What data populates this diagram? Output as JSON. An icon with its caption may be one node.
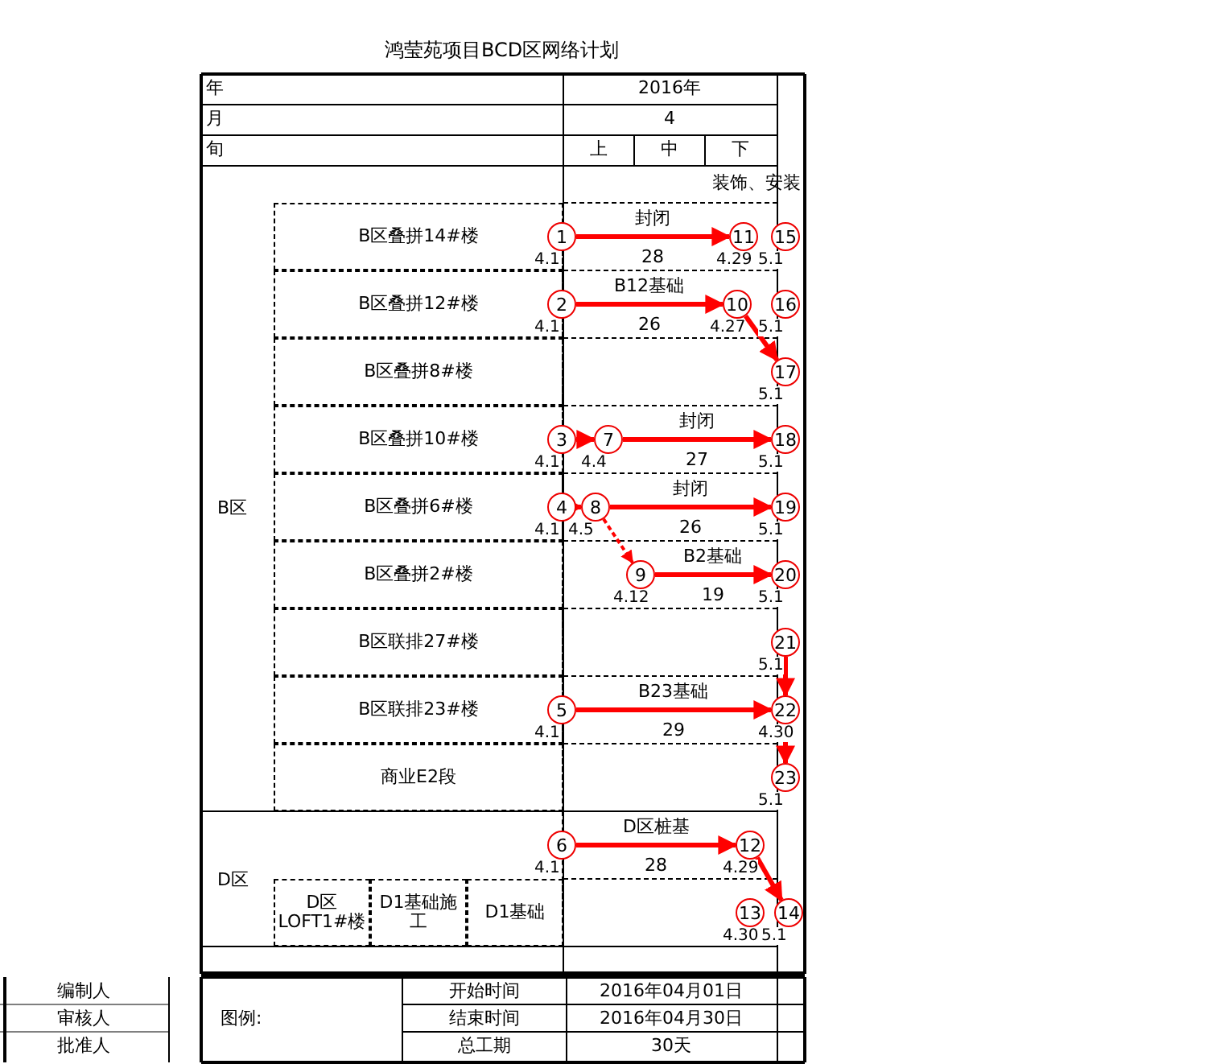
{
  "diagram": {
    "title": "鸿莹苑项目BCD区网络计划",
    "nodes": [
      {
        "text": [
          "B区"
        ]
      },
      {
        "text": [
          "B区叠拼14#楼"
        ],
        "in": 0
      },
      {
        "text": [
          "B区叠拼12#楼"
        ],
        "in": 0
      },
      {
        "text": [
          "B区叠拼8#楼"
        ],
        "in": 0
      },
      {
        "text": [
          "B区叠拼10#楼"
        ],
        "in": 0
      },
      {
        "text": [
          "B区叠拼6#楼"
        ],
        "in": 0
      },
      {
        "text": [
          "B区叠拼2#楼"
        ],
        "in": 0
      },
      {
        "text": [
          "B区联排27#楼"
        ],
        "in": 0
      },
      {
        "text": [
          "B区联排23#楼"
        ],
        "in": 0
      },
      {
        "text": [
          "商业E2段"
        ],
        "in": 0
      },
      {
        "text": [
          "D区"
        ]
      },
      {
        "text": [
          "D区LOFT1#楼"
        ],
        "in": 10
      },
      {
        "text": [
          "D1基础施工"
        ],
        "in": 10
      },
      {
        "text": [
          "D1基础"
        ],
        "in": 10
      },
      {
        "text": [
          "1"
        ],
        "beside": [
          "4.1"
        ]
      },
      {
        "text": [
          "11"
        ],
        "beside": [
          "4.29"
        ]
      },
      {
        "text": [
          "15"
        ],
        "beside": [
          "5.1"
        ]
      },
      {
        "text": [
          "2"
        ],
        "beside": [
          "4.1"
        ]
      },
      {
        "text": [
          "10"
        ],
        "beside": [
          "4.27"
        ]
      },
      {
        "text": [
          "16"
        ],
        "beside": [
          "5.1"
        ]
      },
      {
        "text": [
          "17"
        ],
        "beside": [
          "5.1"
        ]
      },
      {
        "text": [
          "3"
        ],
        "beside": [
          "4.1"
        ]
      },
      {
        "text": [
          "7"
        ],
        "beside": [
          "4.4"
        ]
      },
      {
        "text": [
          "18"
        ],
        "beside": [
          "5.1"
        ]
      },
      {
        "text": [
          "4"
        ],
        "beside": [
          "4.1"
        ]
      },
      {
        "text": [
          "8"
        ],
        "beside": [
          "4.5"
        ]
      },
      {
        "text": [
          "19"
        ],
        "beside": [
          "5.1"
        ]
      },
      {
        "text": [
          "9"
        ],
        "beside": [
          "4.12"
        ]
      },
      {
        "text": [
          "20"
        ],
        "beside": [
          "5.1"
        ]
      },
      {
        "text": [
          "21"
        ],
        "beside": [
          "5.1"
        ]
      },
      {
        "text": [
          "5"
        ],
        "beside": [
          "4.1"
        ]
      },
      {
        "text": [
          "22"
        ],
        "beside": [
          "4.30"
        ]
      },
      {
        "text": [
          "23"
        ],
        "beside": [
          "5.1"
        ]
      },
      {
        "text": [
          "6"
        ],
        "beside": [
          "4.1"
        ]
      },
      {
        "text": [
          "12"
        ],
        "beside": [
          "4.29"
        ]
      },
      {
        "text": [
          "13"
        ],
        "beside": [
          "4.30"
        ]
      },
      {
        "text": [
          "14"
        ],
        "beside": [
          "5.1"
        ]
      }
    ],
    "edges": [
      {
        "from": 14,
        "to": 15,
        "arrow": "to",
        "label": "封闭"
      },
      {
        "from": 17,
        "to": 18,
        "arrow": "to",
        "label": "B12基础"
      },
      {
        "from": 18,
        "to": 20,
        "arrow": "to"
      },
      {
        "from": 21,
        "to": 22,
        "arrow": "to"
      },
      {
        "from": 22,
        "to": 23,
        "arrow": "to",
        "label": "封闭"
      },
      {
        "from": 24,
        "to": 25,
        "arrow": "to"
      },
      {
        "from": 25,
        "to": 26,
        "arrow": "to",
        "label": "封闭"
      },
      {
        "from": 25,
        "to": 27,
        "arrow": "to",
        "style": "dashed"
      },
      {
        "from": 27,
        "to": 28,
        "arrow": "to",
        "label": "B2基础"
      },
      {
        "from": 29,
        "to": 31,
        "arrow": "to"
      },
      {
        "from": 30,
        "to": 31,
        "arrow": "to",
        "label": "B23基础"
      },
      {
        "from": 31,
        "to": 32,
        "arrow": "to"
      },
      {
        "from": 33,
        "to": 34,
        "arrow": "to",
        "label": "D区桩基"
      },
      {
        "from": 34,
        "to": 36,
        "arrow": "to"
      }
    ],
    "labels": [
      "年",
      "2016年",
      "月",
      "4",
      "旬",
      "上",
      "中",
      "下",
      "装饰、安装",
      "28",
      "26",
      "27",
      "26",
      "19",
      "29",
      "28",
      "编制人",
      "审核人",
      "批准人",
      "图例:",
      "开始时间",
      "2016年04月01日",
      "结束时间",
      "2016年04月30日",
      "总工期",
      "30天"
    ]
  }
}
